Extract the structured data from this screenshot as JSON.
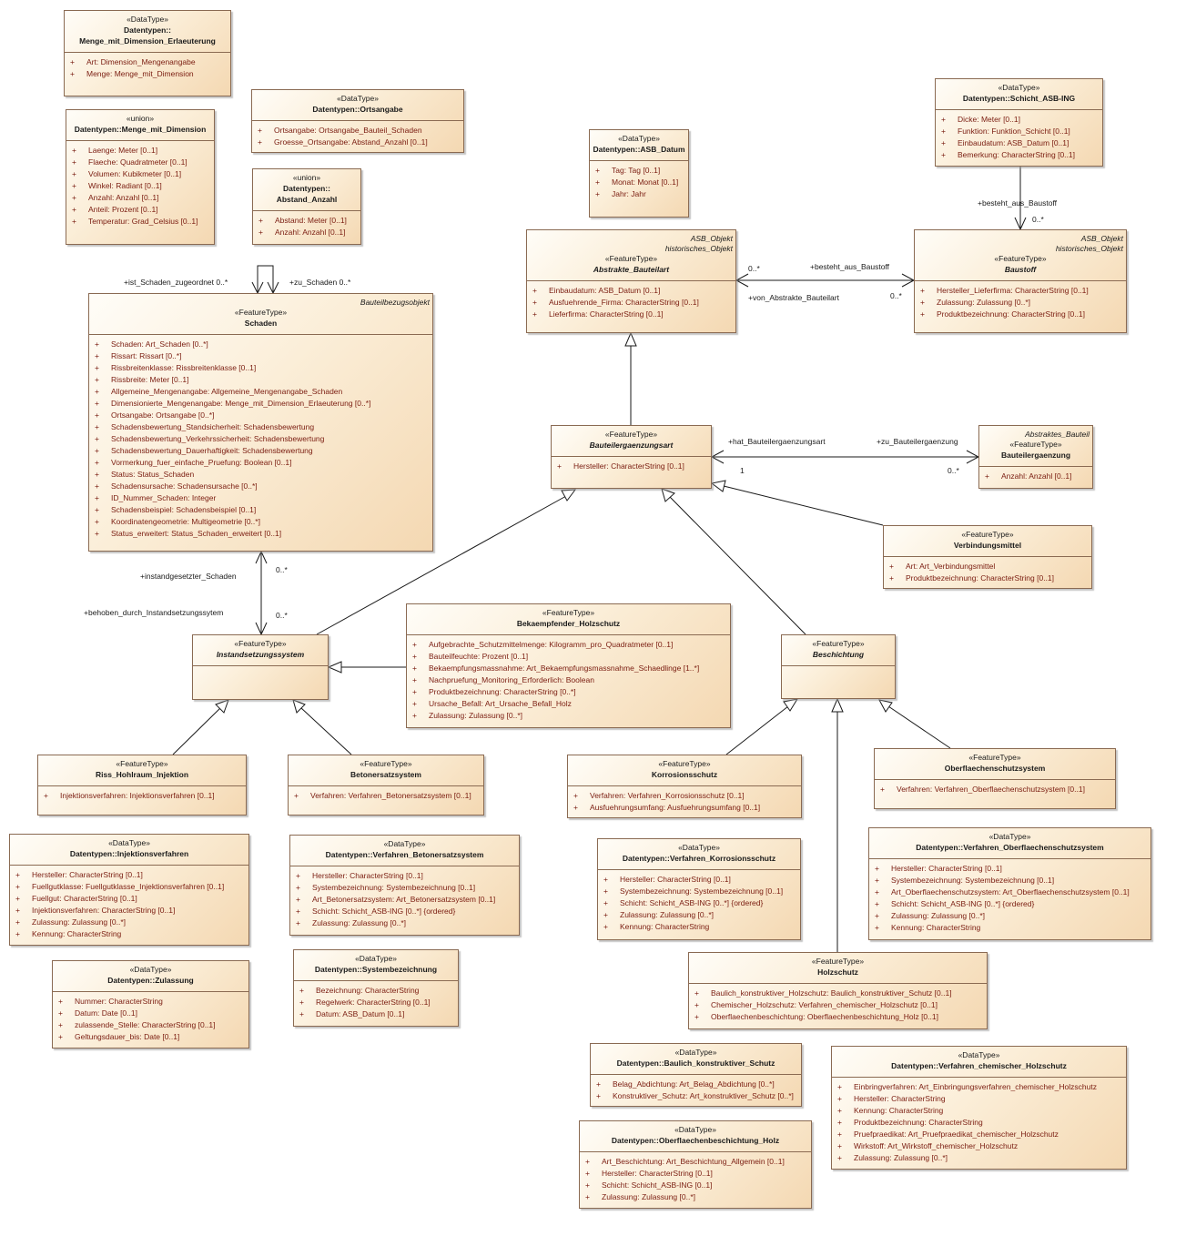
{
  "classes": [
    {
      "id": "menge_erl",
      "stereotype": "«DataType»",
      "name": "Datentypen::\nMenge_mit_Dimension_Erlaeuterung",
      "attributes": [
        "Art: Dimension_Mengenangabe",
        "Menge: Menge_mit_Dimension"
      ]
    },
    {
      "id": "menge_dim",
      "stereotype": "«union»",
      "name": "Datentypen::Menge_mit_Dimension",
      "attributes": [
        "Laenge: Meter [0..1]",
        "Flaeche: Quadratmeter [0..1]",
        "Volumen: Kubikmeter [0..1]",
        "Winkel: Radiant [0..1]",
        "Anzahl: Anzahl [0..1]",
        "Anteil: Prozent [0..1]",
        "Temperatur: Grad_Celsius [0..1]"
      ]
    },
    {
      "id": "ortsangabe",
      "stereotype": "«DataType»",
      "name": "Datentypen::Ortsangabe",
      "attributes": [
        "Ortsangabe: Ortsangabe_Bauteil_Schaden",
        "Groesse_Ortsangabe: Abstand_Anzahl [0..1]"
      ]
    },
    {
      "id": "abstand",
      "stereotype": "«union»",
      "name": "Datentypen::\nAbstand_Anzahl",
      "attributes": [
        "Abstand: Meter [0..1]",
        "Anzahl: Anzahl [0..1]"
      ]
    },
    {
      "id": "asb_datum",
      "stereotype": "«DataType»",
      "name": "Datentypen::ASB_Datum",
      "attributes": [
        "Tag: Tag [0..1]",
        "Monat: Monat [0..1]",
        "Jahr: Jahr"
      ]
    },
    {
      "id": "schicht",
      "stereotype": "«DataType»",
      "name": "Datentypen::Schicht_ASB-ING",
      "attributes": [
        "Dicke: Meter [0..1]",
        "Funktion: Funktion_Schicht [0..1]",
        "Einbaudatum: ASB_Datum [0..1]",
        "Bemerkung: CharacterString [0..1]"
      ]
    },
    {
      "id": "abstrakte",
      "tags": [
        "ASB_Objekt",
        "historisches_Objekt"
      ],
      "stereotype": "«FeatureType»",
      "name": "Abstrakte_Bauteilart",
      "italic": true,
      "attributes": [
        "Einbaudatum: ASB_Datum [0..1]",
        "Ausfuehrende_Firma: CharacterString [0..1]",
        "Lieferfirma: CharacterString [0..1]"
      ]
    },
    {
      "id": "baustoff",
      "tags": [
        "ASB_Objekt",
        "historisches_Objekt"
      ],
      "stereotype": "«FeatureType»",
      "name": "Baustoff",
      "italic": true,
      "attributes": [
        "Hersteller_Lieferfirma: CharacterString [0..1]",
        "Zulassung: Zulassung [0..*]",
        "Produktbezeichnung: CharacterString [0..1]"
      ]
    },
    {
      "id": "schaden",
      "tags": [
        "Bauteilbezugsobjekt"
      ],
      "stereotype": "«FeatureType»",
      "name": "Schaden",
      "attributes": [
        "Schaden: Art_Schaden [0..*]",
        "Rissart: Rissart [0..*]",
        "Rissbreitenklasse: Rissbreitenklasse [0..1]",
        "Rissbreite: Meter [0..1]",
        "Allgemeine_Mengenangabe: Allgemeine_Mengenangabe_Schaden",
        "Dimensionierte_Mengenangabe: Menge_mit_Dimension_Erlaeuterung [0..*]",
        "Ortsangabe: Ortsangabe [0..*]",
        "Schadensbewertung_Standsicherheit: Schadensbewertung",
        "Schadensbewertung_Verkehrssicherheit: Schadensbewertung",
        "Schadensbewertung_Dauerhaftigkeit: Schadensbewertung",
        "Vormerkung_fuer_einfache_Pruefung: Boolean [0..1]",
        "Status: Status_Schaden",
        "Schadensursache: Schadensursache [0..*]",
        "ID_Nummer_Schaden: Integer",
        "Schadensbeispiel: Schadensbeispiel [0..1]",
        "Koordinatengeometrie: Multigeometrie [0..*]",
        "Status_erweitert: Status_Schaden_erweitert [0..1]"
      ]
    },
    {
      "id": "bauteilerg_art",
      "stereotype": "«FeatureType»",
      "name": "Bauteilergaenzungsart",
      "italic": true,
      "attributes": [
        "Hersteller: CharacterString [0..1]"
      ]
    },
    {
      "id": "bauteilerg",
      "tags": [
        "Abstraktes_Bauteil"
      ],
      "stereotype": "«FeatureType»",
      "name": "Bauteilergaenzung",
      "attributes": [
        "Anzahl: Anzahl [0..1]"
      ]
    },
    {
      "id": "verbindung",
      "stereotype": "«FeatureType»",
      "name": "Verbindungsmittel",
      "attributes": [
        "Art: Art_Verbindungsmittel",
        "Produktbezeichnung: CharacterString [0..1]"
      ]
    },
    {
      "id": "bekaempf",
      "stereotype": "«FeatureType»",
      "name": "Bekaempfender_Holzschutz",
      "attributes": [
        "Aufgebrachte_Schutzmittelmenge: Kilogramm_pro_Quadratmeter [0..1]",
        "Bauteilfeuchte: Prozent [0..1]",
        "Bekaempfungsmassnahme: Art_Bekaempfungsmassnahme_Schaedlinge [1..*]",
        "Nachpruefung_Monitoring_Erforderlich: Boolean",
        "Produktbezeichnung: CharacterString [0..*]",
        "Ursache_Befall: Art_Ursache_Befall_Holz",
        "Zulassung: Zulassung [0..*]"
      ]
    },
    {
      "id": "instand",
      "stereotype": "«FeatureType»",
      "name": "Instandsetzungssystem",
      "italic": true,
      "attributes": []
    },
    {
      "id": "beschichtung",
      "stereotype": "«FeatureType»",
      "name": "Beschichtung",
      "italic": true,
      "attributes": []
    },
    {
      "id": "riss",
      "stereotype": "«FeatureType»",
      "name": "Riss_Hohlraum_Injektion",
      "attributes": [
        "Injektionsverfahren: Injektionsverfahren [0..1]"
      ]
    },
    {
      "id": "betoner",
      "stereotype": "«FeatureType»",
      "name": "Betonersatzsystem",
      "attributes": [
        "Verfahren: Verfahren_Betonersatzsystem [0..1]"
      ]
    },
    {
      "id": "korrosion",
      "stereotype": "«FeatureType»",
      "name": "Korrosionsschutz",
      "attributes": [
        "Verfahren: Verfahren_Korrosionsschutz [0..1]",
        "Ausfuehrungsumfang: Ausfuehrungsumfang [0..1]"
      ]
    },
    {
      "id": "oberfl",
      "stereotype": "«FeatureType»",
      "name": "Oberflaechenschutzsystem",
      "attributes": [
        "Verfahren: Verfahren_Oberflaechenschutzsystem [0..1]"
      ]
    },
    {
      "id": "injektion",
      "stereotype": "«DataType»",
      "name": "Datentypen::Injektionsverfahren",
      "attributes": [
        "Hersteller: CharacterString [0..1]",
        "Fuellgutklasse: Fuellgutklasse_Injektionsverfahren [0..1]",
        "Fuellgut: CharacterString [0..1]",
        "Injektionsverfahren: CharacterString [0..1]",
        "Zulassung: Zulassung [0..*]",
        "Kennung: CharacterString"
      ]
    },
    {
      "id": "verf_beton",
      "stereotype": "«DataType»",
      "name": "Datentypen::Verfahren_Betonersatzsystem",
      "attributes": [
        "Hersteller: CharacterString [0..1]",
        "Systembezeichnung: Systembezeichnung [0..1]",
        "Art_Betonersatzsystem: Art_Betonersatzsystem [0..1]",
        "Schicht: Schicht_ASB-ING [0..*] {ordered}",
        "Zulassung: Zulassung [0..*]"
      ]
    },
    {
      "id": "verf_korr",
      "stereotype": "«DataType»",
      "name": "Datentypen::Verfahren_Korrosionsschutz",
      "attributes": [
        "Hersteller: CharacterString [0..1]",
        "Systembezeichnung: Systembezeichnung [0..1]",
        "Schicht: Schicht_ASB-ING [0..*] {ordered}",
        "Zulassung: Zulassung [0..*]",
        "Kennung: CharacterString"
      ]
    },
    {
      "id": "verf_oberfl",
      "stereotype": "«DataType»",
      "name": "Datentypen::Verfahren_Oberflaechenschutzsystem",
      "attributes": [
        "Hersteller: CharacterString [0..1]",
        "Systembezeichnung: Systembezeichnung [0..1]",
        "Art_Oberflaechenschutzsystem: Art_Oberflaechenschutzsystem [0..1]",
        "Schicht: Schicht_ASB-ING [0..*] {ordered}",
        "Zulassung: Zulassung [0..*]",
        "Kennung: CharacterString"
      ]
    },
    {
      "id": "zulassung",
      "stereotype": "«DataType»",
      "name": "Datentypen::Zulassung",
      "attributes": [
        "Nummer: CharacterString",
        "Datum: Date [0..1]",
        "zulassende_Stelle: CharacterString [0..1]",
        "Geltungsdauer_bis: Date [0..1]"
      ]
    },
    {
      "id": "systembez",
      "stereotype": "«DataType»",
      "name": "Datentypen::Systembezeichnung",
      "attributes": [
        "Bezeichnung: CharacterString",
        "Regelwerk: CharacterString [0..1]",
        "Datum: ASB_Datum [0..1]"
      ]
    },
    {
      "id": "holzschutz",
      "stereotype": "«FeatureType»",
      "name": "Holzschutz",
      "attributes": [
        "Baulich_konstruktiver_Holzschutz: Baulich_konstruktiver_Schutz [0..1]",
        "Chemischer_Holzschutz: Verfahren_chemischer_Holzschutz [0..1]",
        "Oberflaechenbeschichtung: Oberflaechenbeschichtung_Holz [0..1]"
      ]
    },
    {
      "id": "baulich",
      "stereotype": "«DataType»",
      "name": "Datentypen::Baulich_konstruktiver_Schutz",
      "attributes": [
        "Belag_Abdichtung: Art_Belag_Abdichtung [0..*]",
        "Konstruktiver_Schutz: Art_konstruktiver_Schutz [0..*]"
      ]
    },
    {
      "id": "chem",
      "stereotype": "«DataType»",
      "name": "Datentypen::Verfahren_chemischer_Holzschutz",
      "attributes": [
        "Einbringverfahren: Art_Einbringungsverfahren_chemischer_Holzschutz",
        "Hersteller: CharacterString",
        "Kennung: CharacterString",
        "Produktbezeichnung: CharacterString",
        "Pruefpraedikat: Art_Pruefpraedikat_chemischer_Holzschutz",
        "Wirkstoff: Art_Wirkstoff_chemischer_Holzschutz",
        "Zulassung: Zulassung [0..*]"
      ]
    },
    {
      "id": "oberfl_holz",
      "stereotype": "«DataType»",
      "name": "Datentypen::Oberflaechenbeschichtung_Holz",
      "attributes": [
        "Art_Beschichtung: Art_Beschichtung_Allgemein [0..1]",
        "Hersteller: CharacterString [0..1]",
        "Schicht: Schicht_ASB-ING [0..1]",
        "Zulassung: Zulassung [0..*]"
      ]
    }
  ],
  "labels": {
    "besteht_aus_baustoff_top": "+besteht_aus_Baustoff",
    "mult_0star_a": "0..*",
    "besteht_aus_baustoff": "+besteht_aus_Baustoff",
    "mult_0star_b": "0..*",
    "von_abstrakte": "+von_Abstrakte_Bauteilart",
    "mult_0star_c": "0..*",
    "ist_schaden": "+ist_Schaden_zugeordnet 0..*",
    "zu_schaden": "+zu_Schaden 0..*",
    "hat_bauteilerg": "+hat_Bauteilergaenzungsart",
    "zu_bauteilerg": "+zu_Bauteilergaenzung",
    "mult_1": "1",
    "mult_0star_d": "0..*",
    "instandgesetzter": "+instandgesetzter_Schaden",
    "mult_0star_e": "0..*",
    "behoben": "+behoben_durch_Instandsetzungssytem",
    "mult_0star_f": "0..*"
  },
  "visibility_symbol": "+",
  "colors": {
    "border": "#8a6a52",
    "fill_light": "#fffdf8",
    "fill_dark": "#f4d8b2",
    "attribute_text": "#7a1c10",
    "line": "#1a1a1a"
  }
}
